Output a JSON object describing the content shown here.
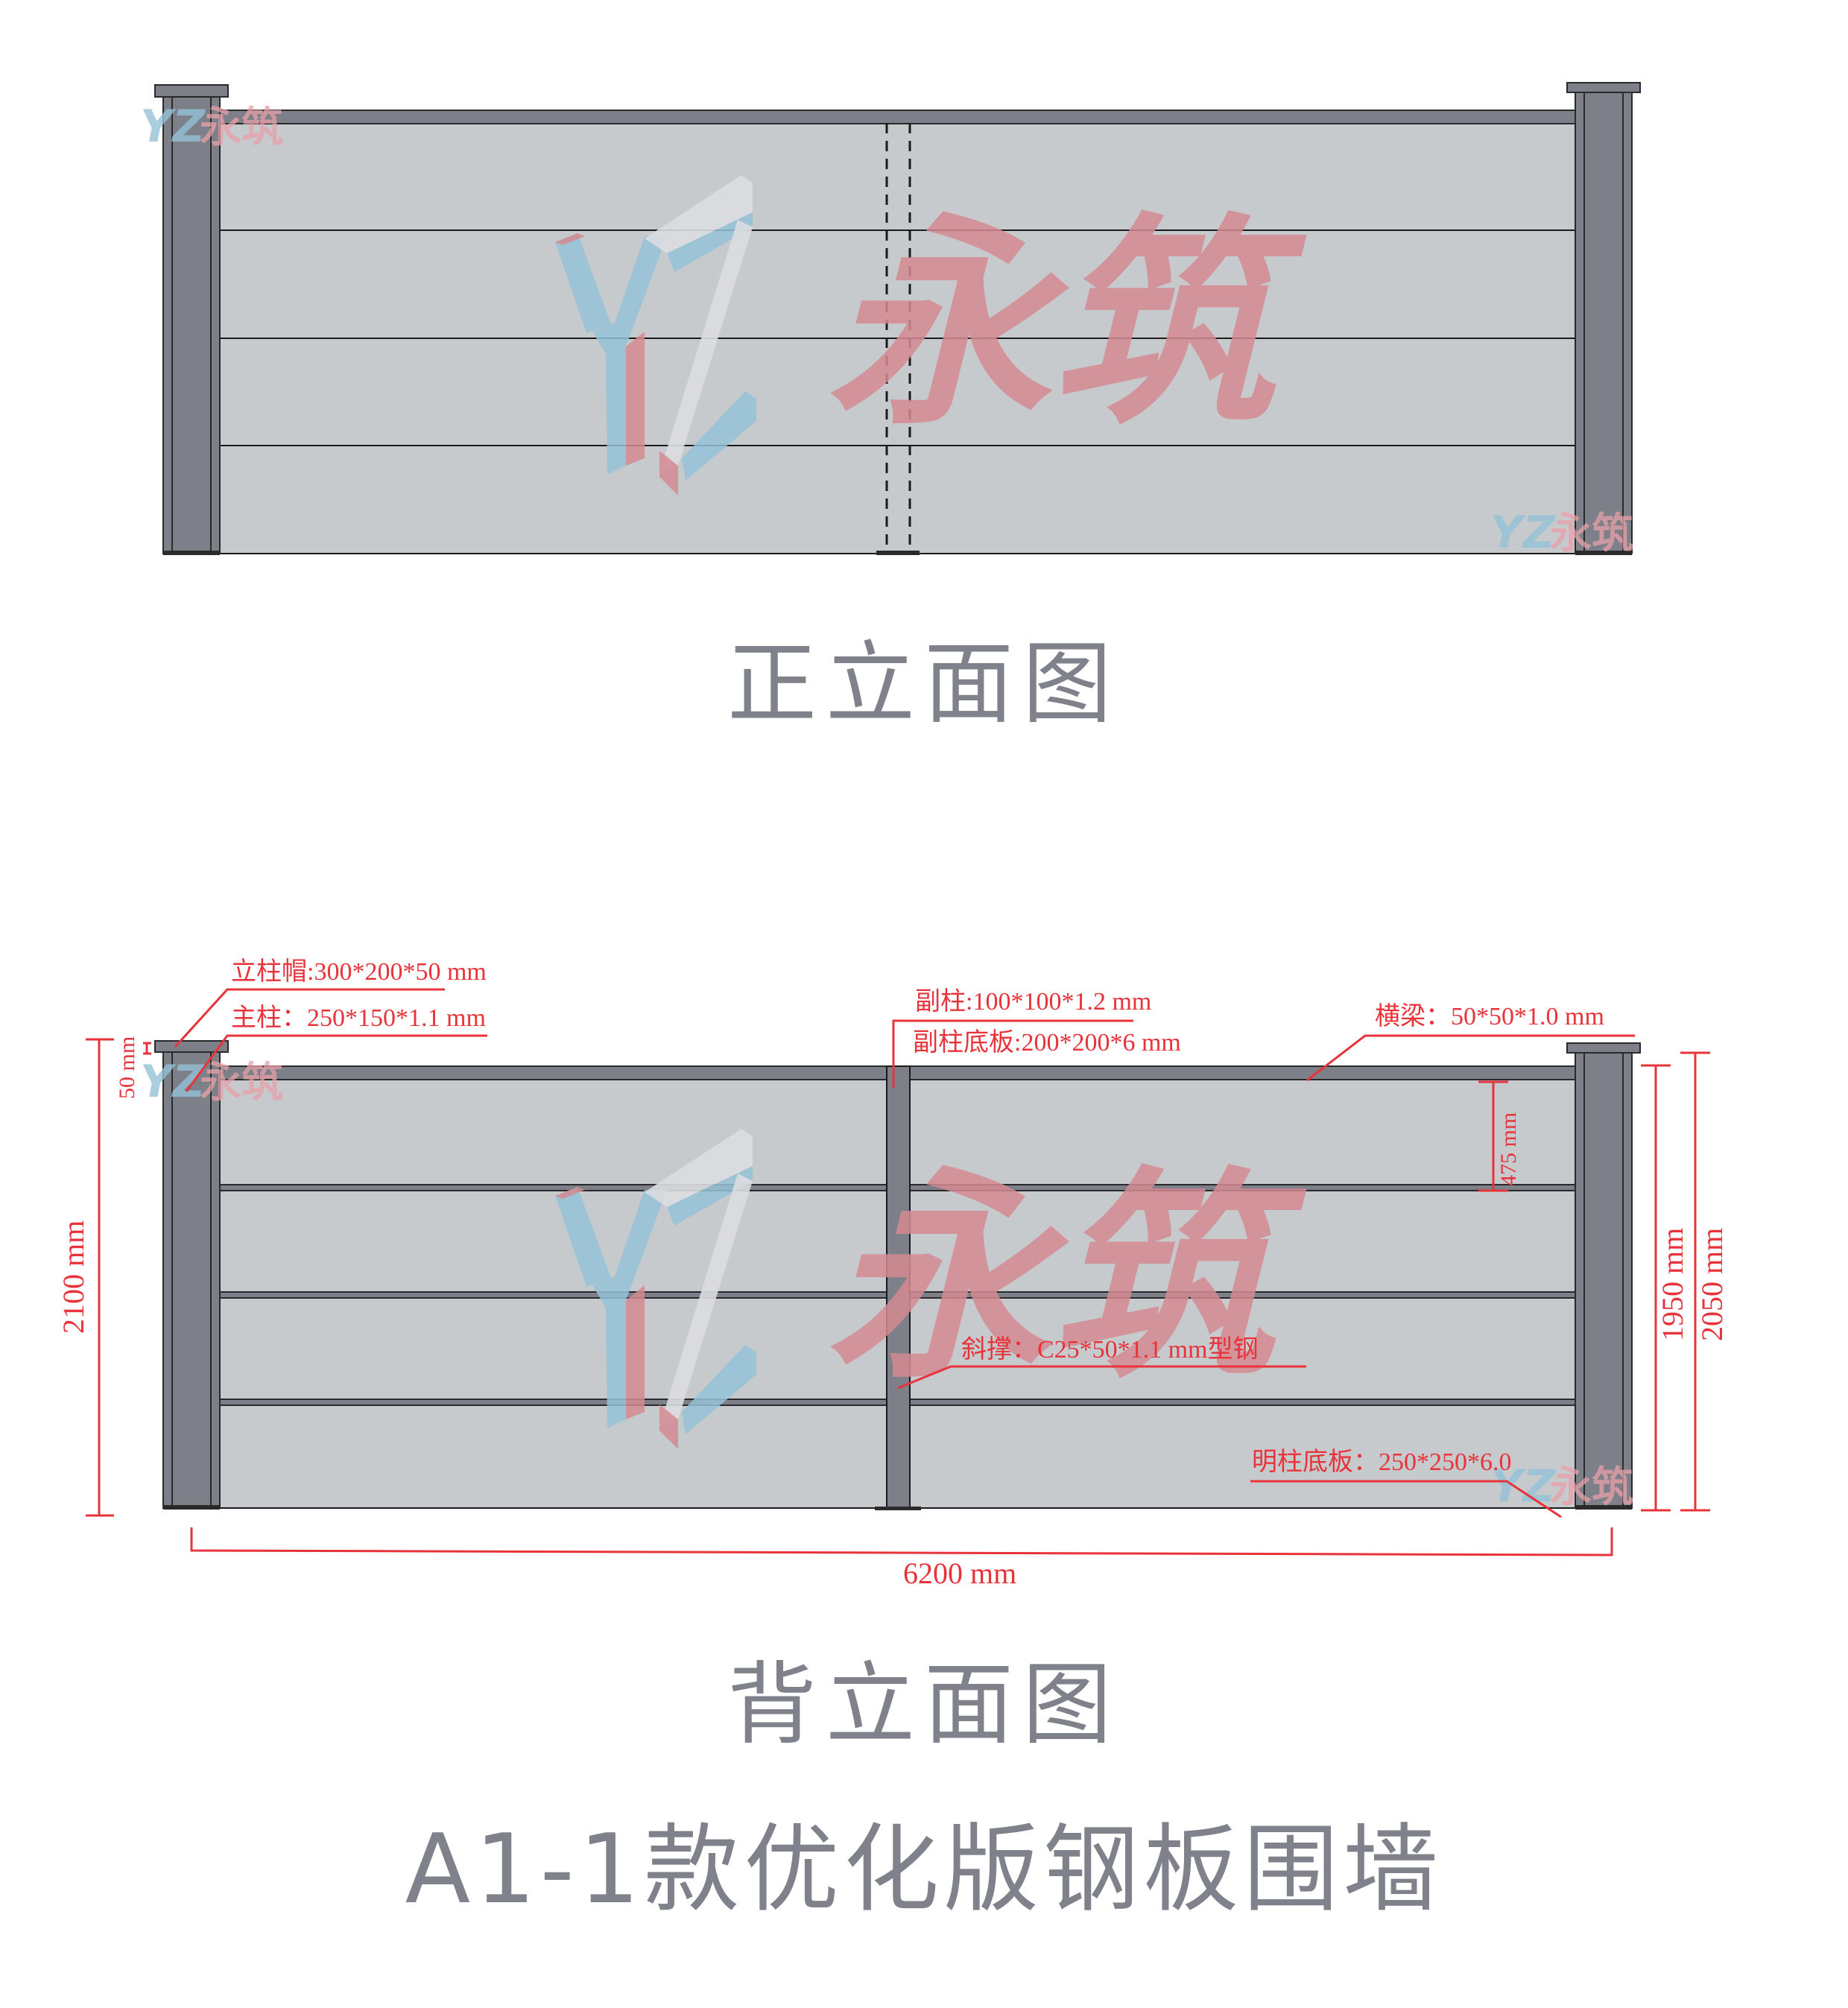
{
  "colors": {
    "post": "#7d8088",
    "post_outline": "#2a2a2a",
    "panel": "#c7cacd",
    "annotation": "#e8333a",
    "title": "#7f828a",
    "watermark_red": "#d48a92",
    "watermark_blue": "#95c2d7",
    "watermark_face": "#dadde0"
  },
  "watermark": {
    "brand_letters": "YZ",
    "brand_chinese": "永筑"
  },
  "front_elevation": {
    "title": "正立面图",
    "panel_rows": 4,
    "hidden_sub_post": "dashed"
  },
  "back_elevation": {
    "title": "背立面图",
    "panel_rows": 4,
    "annotations": {
      "post_cap": "立柱帽:300*200*50 mm",
      "main_post": "主柱：250*150*1.1 mm",
      "sub_post": "副柱:100*100*1.2 mm",
      "sub_post_base": "副柱底板:200*200*6 mm",
      "crossbeam": "横梁：50*50*1.0 mm",
      "brace": "斜撑：C25*50*1.1 mm型钢",
      "post_base": "明柱底板：250*250*6.0"
    },
    "dimensions": {
      "cap_height": "50 mm",
      "total_height_left": "2100 mm",
      "panel_row_height": "475 mm",
      "wall_height_right": "1950 mm",
      "post_height_right": "2050 mm",
      "total_width": "6200 mm"
    }
  },
  "main_title": "A1-1款优化版钢板围墙"
}
